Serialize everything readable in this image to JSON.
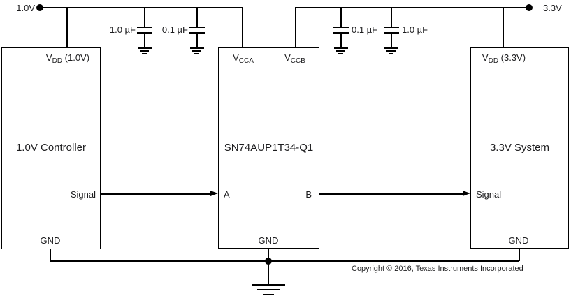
{
  "rails": {
    "left_voltage": "1.0V",
    "right_voltage": "3.3V"
  },
  "capacitors": {
    "c1_label": "1.0 µF",
    "c2_label": "0.1 µF",
    "c3_label": "0.1 µF",
    "c4_label": "1.0 µF"
  },
  "controller_block": {
    "title": "1.0V Controller",
    "vdd": {
      "base": "V",
      "sub": "DD",
      "rest": " (1.0V)"
    },
    "signal_label": "Signal",
    "gnd_label": "GND"
  },
  "shifter_block": {
    "title": "SN74AUP1T34-Q1",
    "vcca": {
      "base": "V",
      "sub": "CCA"
    },
    "vccb": {
      "base": "V",
      "sub": "CCB"
    },
    "pin_a": "A",
    "pin_b": "B",
    "gnd_label": "GND"
  },
  "system_block": {
    "title": "3.3V System",
    "vdd": {
      "base": "V",
      "sub": "DD",
      "rest": " (3.3V)"
    },
    "signal_label": "Signal",
    "gnd_label": "GND"
  },
  "footer": {
    "copyright": "Copyright © 2016, Texas Instruments Incorporated"
  },
  "colors": {
    "line": "#000000",
    "text": "#1d1d1f",
    "background": "#ffffff"
  }
}
